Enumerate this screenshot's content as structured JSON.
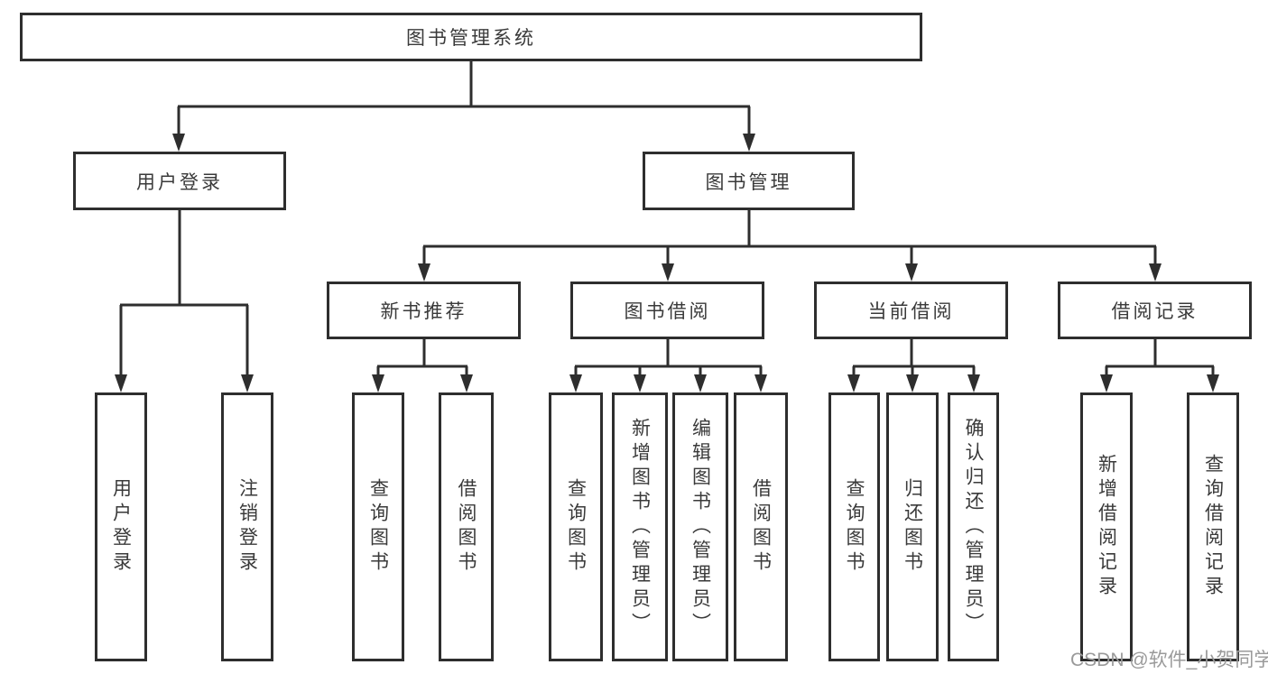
{
  "tree": {
    "label": "图书管理系统",
    "children": [
      {
        "label": "用户登录",
        "children": [
          {
            "label": "用户登录"
          },
          {
            "label": "注销登录"
          }
        ]
      },
      {
        "label": "图书管理",
        "children": [
          {
            "label": "新书推荐",
            "children": [
              {
                "label": "查询图书"
              },
              {
                "label": "借阅图书"
              }
            ]
          },
          {
            "label": "图书借阅",
            "children": [
              {
                "label": "查询图书"
              },
              {
                "label": "新增图书（管理员）"
              },
              {
                "label": "编辑图书（管理员）"
              },
              {
                "label": "借阅图书"
              }
            ]
          },
          {
            "label": "当前借阅",
            "children": [
              {
                "label": "查询图书"
              },
              {
                "label": "归还图书"
              },
              {
                "label": "确认归还（管理员）"
              }
            ]
          },
          {
            "label": "借阅记录",
            "children": [
              {
                "label": "新增借阅记录"
              },
              {
                "label": "查询借阅记录"
              }
            ]
          }
        ]
      }
    ]
  },
  "watermark": {
    "text": "CSDN @软件_小贺同学"
  },
  "colors": {
    "line": "#2e2e2e",
    "text": "#3a3a3a",
    "watermark": "#9a9a9a",
    "box_bg": "#ffffff"
  }
}
